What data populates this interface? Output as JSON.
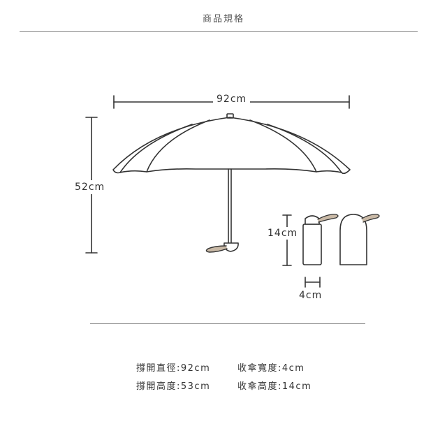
{
  "page_title": "商品規格",
  "dimensions": {
    "open_width_label": "92cm",
    "open_height_label": "52cm",
    "folded_height_label": "14cm",
    "folded_width_label": "4cm"
  },
  "specs": {
    "open_diameter": "撐開直徑:92cm",
    "folded_width": "收傘寬度:4cm",
    "open_height": "撐開高度:53cm",
    "folded_height": "收傘高度:14cm"
  },
  "colors": {
    "line": "#333333",
    "handle": "#c9b9a6",
    "rule": "#8a8a8a"
  }
}
